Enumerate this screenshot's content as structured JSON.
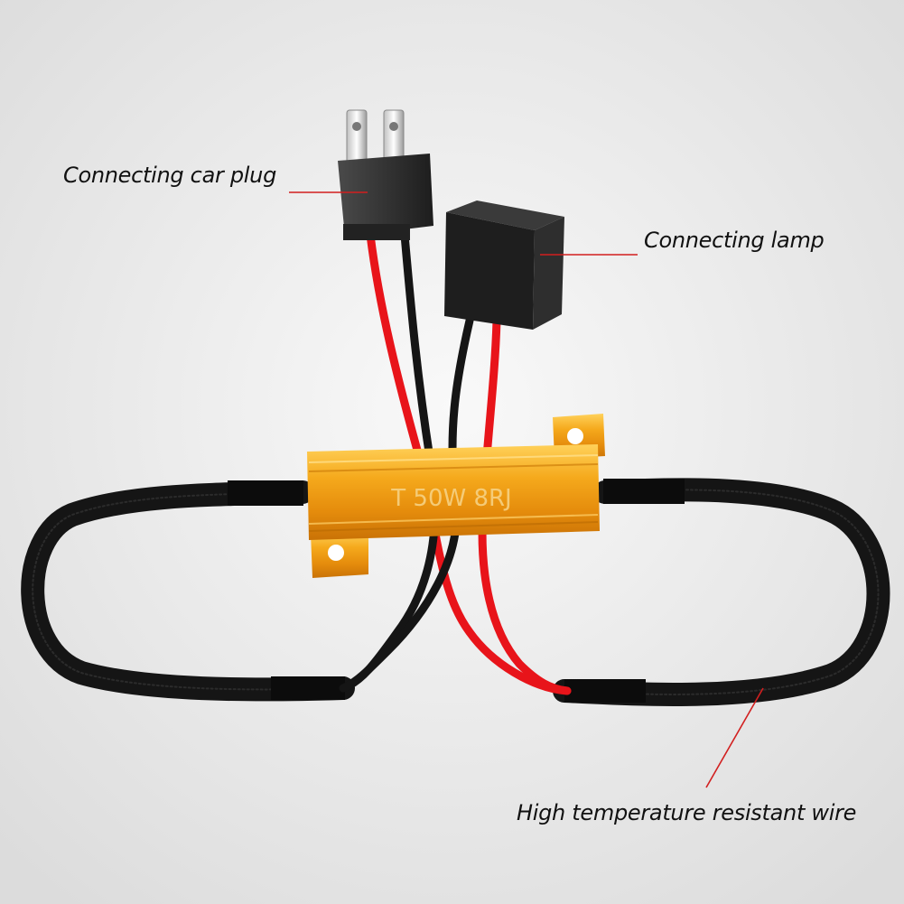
{
  "labels": {
    "car_plug": "Connecting car plug",
    "lamp": "Connecting lamp",
    "wire": "High temperature resistant wire"
  },
  "resistor": {
    "marking": "T 50W 8RJ"
  },
  "colors": {
    "background": "#ececec",
    "resistor_gold": "#f1a319",
    "wire_red": "#e8141a",
    "wire_black": "#151515",
    "callout_line": "#d21f1f"
  }
}
